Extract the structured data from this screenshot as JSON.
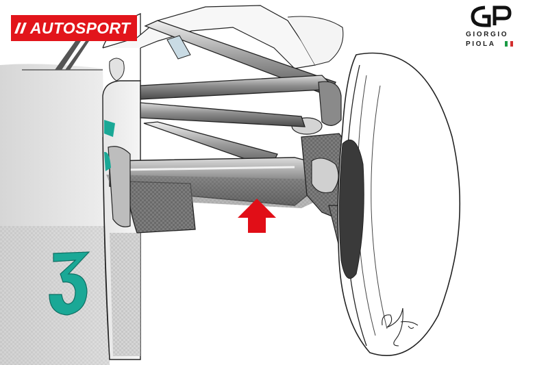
{
  "branding": {
    "publisher": "AUTOSPORT",
    "artist_first": "GIORGIO",
    "artist_last": "PIOLA"
  },
  "colors": {
    "publisher_red": "#e2151b",
    "team_teal": "#1aa896",
    "arrow_red": "#e10e17",
    "flag_green": "#1a9a44",
    "flag_white": "#ffffff",
    "flag_red": "#d32f2f"
  },
  "icons": {
    "publisher_mark": "double-slash-icon",
    "artist_mark": "gp-monogram-icon",
    "direction": "up-arrow-icon"
  }
}
